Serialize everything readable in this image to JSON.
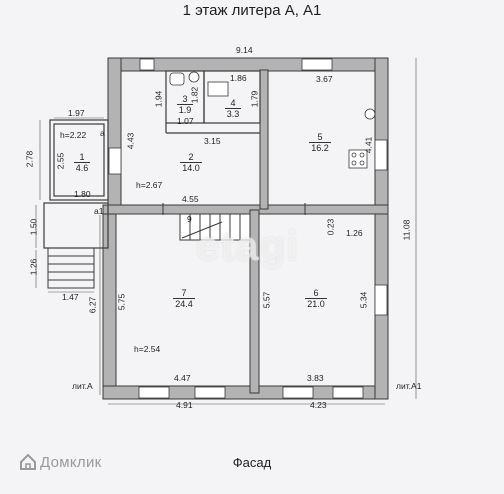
{
  "title": "1 этаж литера А, А1",
  "facade_label": "Фасад",
  "brand": "Домклик",
  "watermark": "etagi",
  "lit_labels": {
    "left": "лит.А",
    "right": "лит.А1"
  },
  "dimensions": {
    "top_total": "9.14",
    "bottom_left": "4.91",
    "bottom_right": "4.23",
    "right_total": "11.08",
    "left_lower": "6.27",
    "porch_top": "1.97",
    "porch_left": "2.78",
    "porch_bottom": "1.80",
    "a1_left": "1.50",
    "stairs_left": "1.26",
    "stairs_bottom": "1.47",
    "r1_inner": "2.55",
    "r2_top": "4.43",
    "r2_bottom": "4.55",
    "r2_right": "3.15",
    "r3_left": "1.94",
    "r3_right": "1.82",
    "r3_bottom": "1.07",
    "r4_top": "1.86",
    "r4_right": "1.79",
    "r5_top": "3.67",
    "r5_right": "4.41",
    "r6_left": "5.57",
    "r6_right": "5.34",
    "r6_top": "1.26",
    "r6_small": "0.23",
    "r6_bottom": "3.83",
    "r7_left": "5.75",
    "r7_bottom": "4.47"
  },
  "rooms": [
    {
      "number": "1",
      "area": "4.6",
      "height": "h=2.22"
    },
    {
      "number": "2",
      "area": "14.0",
      "height": "h=2.67"
    },
    {
      "number": "3",
      "area": "1.9",
      "height": ""
    },
    {
      "number": "4",
      "area": "3.3",
      "height": ""
    },
    {
      "number": "5",
      "area": "16.2",
      "height": ""
    },
    {
      "number": "6",
      "area": "21.0",
      "height": ""
    },
    {
      "number": "7",
      "area": "24.4",
      "height": "h=2.54"
    }
  ],
  "small_labels": {
    "a": "а",
    "a1": "а1",
    "stair_num": "9"
  },
  "colors": {
    "wall": "#b3b3b3",
    "wall_edge": "#3a3a3a",
    "window": "#ffffff"
  }
}
